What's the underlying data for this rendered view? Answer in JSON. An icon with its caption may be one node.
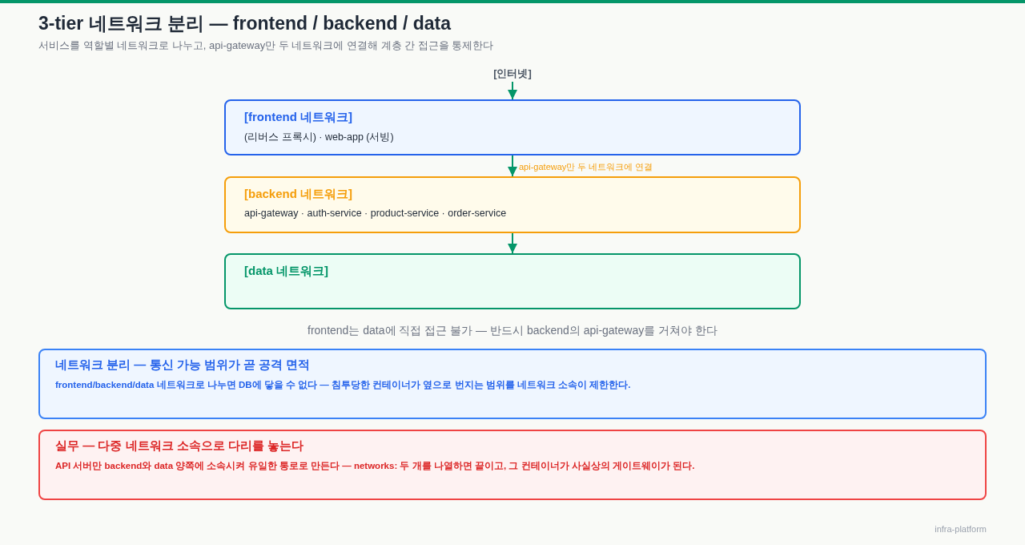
{
  "diagram": {
    "title": "3-tier 네트워크 분리 — frontend / backend / data",
    "nodes": [
      {
        "text": [
          "[인터넷]"
        ]
      },
      {
        "text": [
          "[frontend 네트워크]",
          "(리버스 프록시) · web-app (서빙)"
        ]
      },
      {
        "text": [
          "[backend 네트워크]",
          "api-gateway · auth-service · product-service · order-service"
        ]
      },
      {
        "text": [
          "[data 네트워크]"
        ]
      },
      {
        "text": [
          "네트워크 분리 — 통신 가능 범위가 곧 공격 면적",
          "frontend/backend/data 네트워크로 나누면 DB에 닿을 수 없다 — 침투당한 컨테이너가 옆으로 번지는 범위를 네트워크 소속이 제한한다."
        ]
      },
      {
        "text": [
          "실무 — 다중 네트워크 소속으로 다리를 놓는다",
          "API 서버만 backend와 data 양쪽에 소속시켜 유일한 통로로 만든다 — networks: 두 개를 나열하면 끝이고, 그 컨테이너가 사실상의 게이트웨이가 된다."
        ]
      }
    ],
    "edges": [
      {
        "from": 0,
        "to": 1,
        "arrow": "to"
      },
      {
        "from": 1,
        "to": 2,
        "arrow": "to",
        "label": "api-gateway만 두 네트워크에 연결"
      },
      {
        "from": 2,
        "to": 3,
        "arrow": "to"
      }
    ],
    "labels": [
      "서비스를 역할별 네트워크로 나누고, api-gateway만 두 네트워크에 연결해 계층 간 접근을 통제한다",
      "frontend는 data에 직접 접근 불가 — 반드시 backend의 api-gateway를 거쳐야 한다",
      "infra-platform"
    ]
  }
}
